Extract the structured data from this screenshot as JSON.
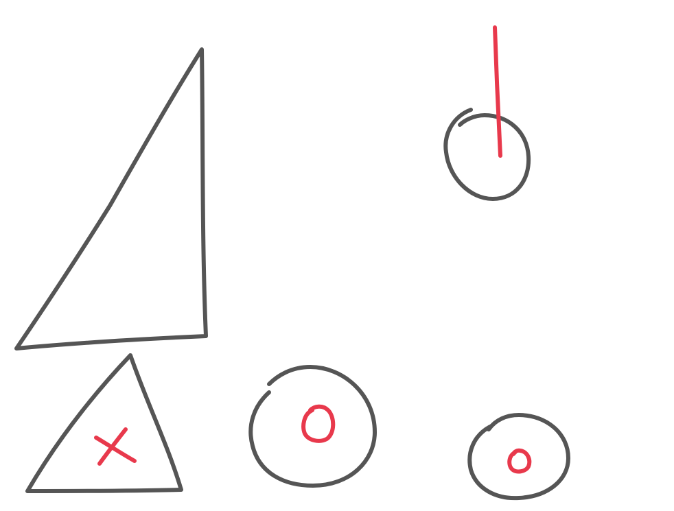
{
  "colors": {
    "background": "#ffffff",
    "outline": "#555555",
    "mark": "#e8394c"
  },
  "shapes": [
    {
      "name": "large-right-triangle",
      "kind": "triangle",
      "mark": "none"
    },
    {
      "name": "small-circle-with-vertical-line",
      "kind": "circle",
      "mark": "vertical-line"
    },
    {
      "name": "small-triangle-with-x",
      "kind": "triangle",
      "mark": "x"
    },
    {
      "name": "circle-with-o",
      "kind": "circle",
      "mark": "o"
    },
    {
      "name": "circle-with-small-o",
      "kind": "circle",
      "mark": "o"
    }
  ]
}
